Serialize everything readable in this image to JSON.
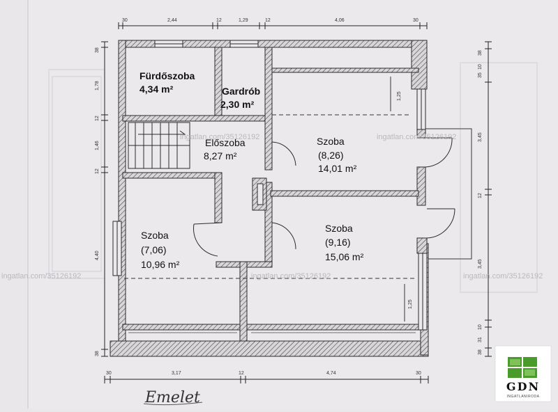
{
  "rooms": {
    "bathroom": {
      "name": "Fürdőszoba",
      "area": "4,34 m²"
    },
    "wardrobe": {
      "name": "Gardrób",
      "area": "2,30 m²"
    },
    "hall": {
      "name": "Előszoba",
      "area": "8,27 m²"
    },
    "room_ne": {
      "name": "Szoba",
      "dims": "(8,26)",
      "area": "14,01 m²"
    },
    "room_sw": {
      "name": "Szoba",
      "dims": "(7,06)",
      "area": "10,96 m²"
    },
    "room_se": {
      "name": "Szoba",
      "dims": "(9,16)",
      "area": "15,06 m²"
    }
  },
  "dimensions": {
    "top": [
      "30",
      "2,44",
      "12",
      "1,29",
      "12",
      "4,06",
      "30"
    ],
    "bottom": [
      "30",
      "3,17",
      "12",
      "4,74",
      "30"
    ],
    "left": [
      "38",
      "1,78",
      "12",
      "1,46",
      "12",
      "4,40",
      "38"
    ],
    "right": [
      "38",
      "10",
      "35",
      "3,45",
      "12",
      "3,45",
      "10",
      "31",
      "38"
    ],
    "window_heights": [
      "1,25",
      "1,25"
    ]
  },
  "watermark": "ingatlan.com/35126192",
  "floor_label": "Emelet",
  "logo": {
    "text": "GDN",
    "subtitle": "INGATLANIRODA"
  },
  "colors": {
    "paper": "#e9e7ea",
    "ink": "#2a2a2a",
    "logo_green": "#4a9a2c"
  }
}
